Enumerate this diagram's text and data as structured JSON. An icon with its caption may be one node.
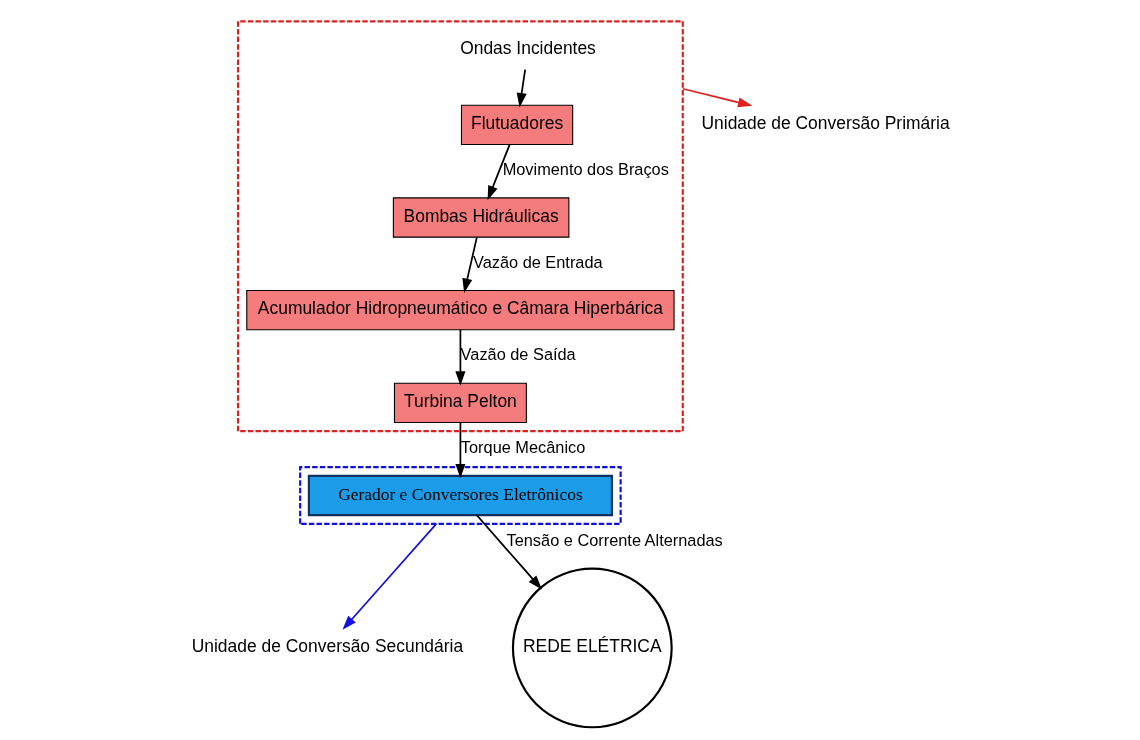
{
  "diagram": {
    "nodes": [
      {
        "text": [],
        "shape": "box"
      },
      {
        "text": [
          "Ondas Incidentes"
        ],
        "in": 0
      },
      {
        "text": [
          "Flutuadores"
        ],
        "in": 0
      },
      {
        "text": [
          "Bombas Hidráulicas"
        ],
        "in": 0
      },
      {
        "text": [
          "Acumulador Hidropneumático e Câmara Hiperbárica"
        ],
        "in": 0
      },
      {
        "text": [
          "Turbina Pelton"
        ],
        "in": 0
      },
      {
        "text": [
          "Unidade de Conversão Primária"
        ]
      },
      {
        "text": [],
        "shape": "box"
      },
      {
        "text": [
          "Gerador e Conversores Eletrônicos"
        ],
        "in": 7
      },
      {
        "text": [
          "Unidade de Conversão Secundária"
        ]
      },
      {
        "text": [
          "REDE ELÉTRICA"
        ]
      }
    ],
    "edges": [
      {
        "from": 1,
        "to": 2,
        "arrow": "to"
      },
      {
        "from": 2,
        "to": 3,
        "arrow": "to",
        "label": "Movimento dos Braços"
      },
      {
        "from": 3,
        "to": 4,
        "arrow": "to",
        "label": "Vazão de Entrada"
      },
      {
        "from": 4,
        "to": 5,
        "arrow": "to",
        "label": "Vazão de Saída"
      },
      {
        "from": 5,
        "to": 8,
        "arrow": "to",
        "label": "Torque Mecânico"
      },
      {
        "from": 8,
        "to": 10,
        "arrow": "to",
        "label": "Tensão e Corrente Alternadas"
      },
      {
        "from": 0,
        "to": 6,
        "arrow": "to",
        "color": "#e02020"
      },
      {
        "from": 7,
        "to": 9,
        "arrow": "to",
        "color": "#1010e0"
      }
    ]
  }
}
